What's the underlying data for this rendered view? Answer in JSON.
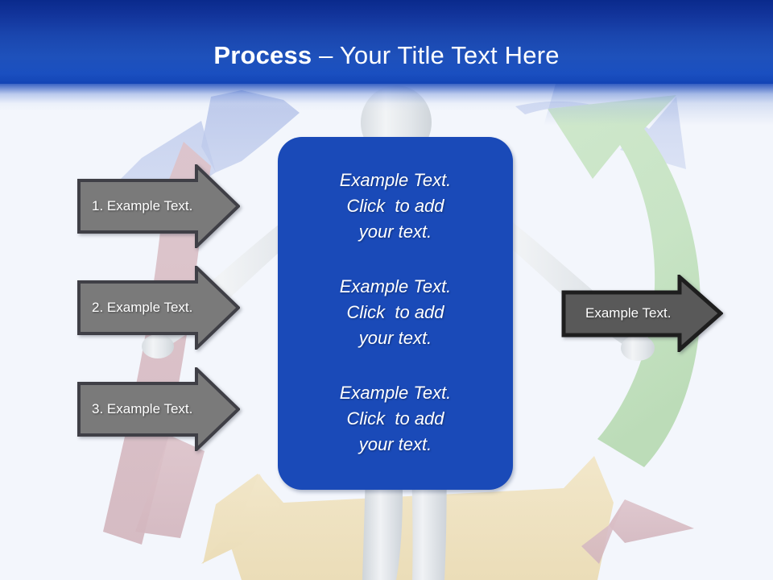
{
  "slide": {
    "title_bold": "Process",
    "title_rest": " – Your Title Text Here",
    "background_color": "#f3f6fc",
    "header_color": "#1a4ab8",
    "accent_color": "#1a4ab8"
  },
  "center_panel": {
    "fill_color": "#1a4ab8",
    "blocks": [
      {
        "line1": "Example Text.",
        "line2": "Click  to add",
        "line3": "your text."
      },
      {
        "line1": "Example Text.",
        "line2": "Click  to add",
        "line3": "your text."
      },
      {
        "line1": "Example Text.",
        "line2": "Click  to add",
        "line3": "your text."
      }
    ]
  },
  "left_arrows": [
    {
      "label": "1. Example Text.",
      "fill_color": "#7a7a7a",
      "border_color": "#3f3f46"
    },
    {
      "label": "2. Example Text.",
      "fill_color": "#7a7a7a",
      "border_color": "#3f3f46"
    },
    {
      "label": "3. Example Text.",
      "fill_color": "#7a7a7a",
      "border_color": "#3f3f46"
    }
  ],
  "right_arrow": {
    "label": "Example Text.",
    "fill_color": "#595959",
    "border_color": "#1e1e1e"
  },
  "background_art": {
    "green_arrow_color": "#c6e3c4",
    "cream_arrow_color": "#f0e3c2",
    "pink_arrow_color": "#d9bdc4",
    "periwinkle_arrow_color": "#bcc8ea",
    "figure_color": "#e8ecef"
  }
}
